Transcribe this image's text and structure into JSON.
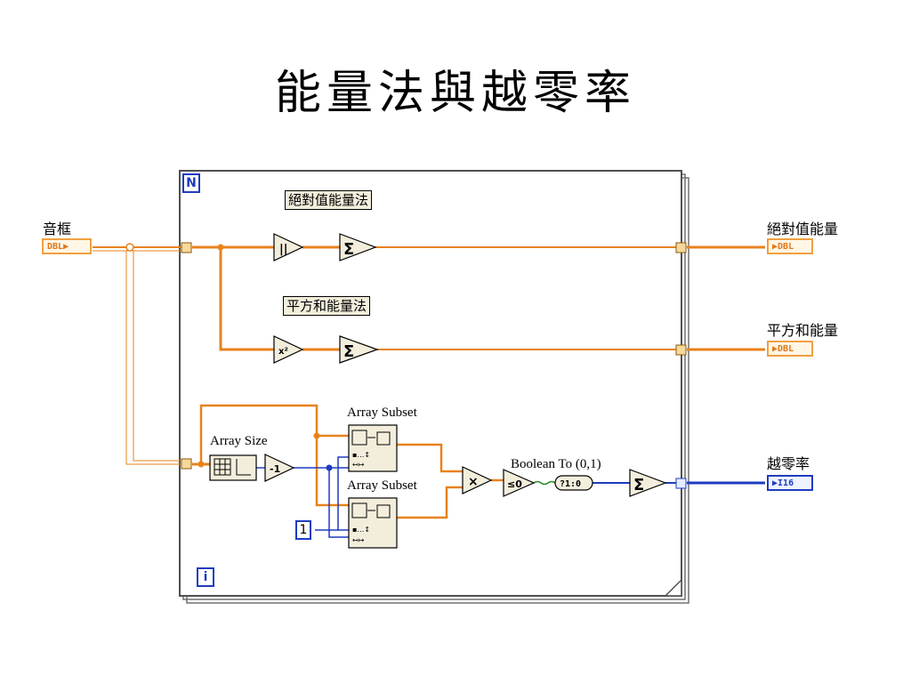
{
  "title": "能量法與越零率",
  "inputs": {
    "frame_label": "音框",
    "frame_type": "DBL"
  },
  "loop": {
    "count_label": "N",
    "iteration_label": "i"
  },
  "methods": {
    "abs_label": "絕對值能量法",
    "sq_label": "平方和能量法"
  },
  "outputs": {
    "abs_energy_label": "絕對值能量",
    "abs_energy_type": "DBL",
    "sq_energy_label": "平方和能量",
    "sq_energy_type": "DBL",
    "zcr_label": "越零率",
    "zcr_type": "I16"
  },
  "nodes": {
    "array_size": "Array Size",
    "array_subset_1": "Array Subset",
    "array_subset_2": "Array Subset",
    "bool_to_01": "Boolean To (0,1)",
    "decrement_glyph": "-1",
    "multiply_glyph": "×",
    "le0_glyph": "≤0",
    "sum_glyph": "Σ",
    "square_glyph": "x²",
    "abs_glyph": "||",
    "bool_glyph": "?1:0"
  },
  "constants": {
    "one": "1"
  },
  "colors": {
    "double_wire": "#e8821c",
    "int_wire": "#1f3cc0",
    "bool_wire": "#2a8a2a",
    "node_fill": "#f3eedc"
  }
}
